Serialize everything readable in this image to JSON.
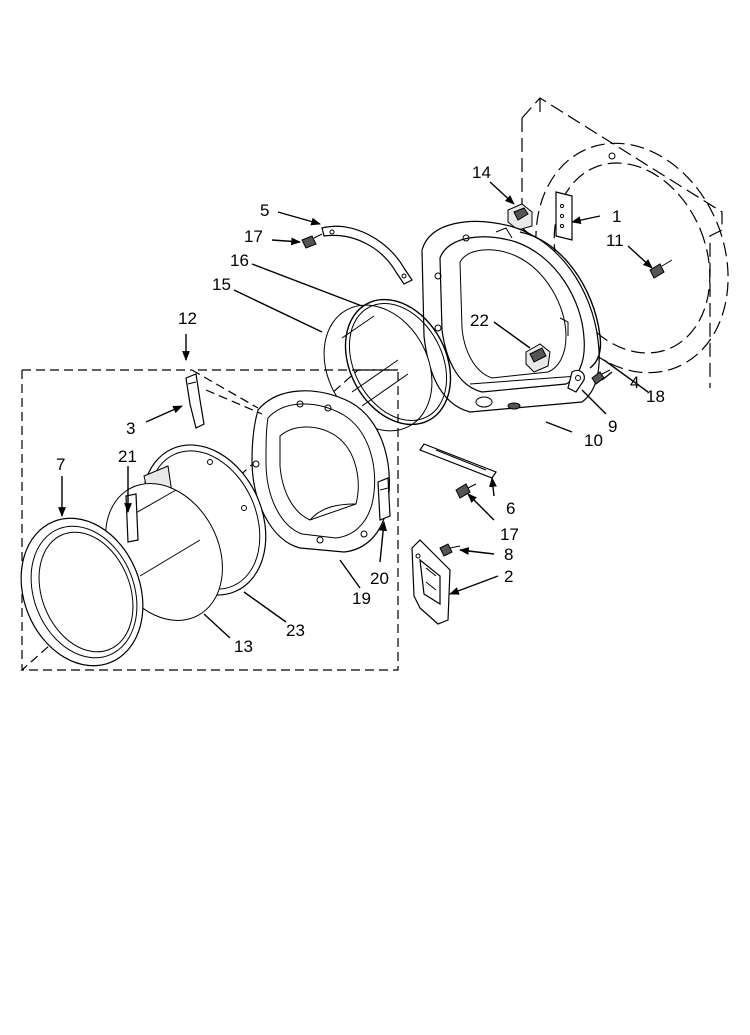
{
  "diagram": {
    "callouts": {
      "c1": "1",
      "c2": "2",
      "c3": "3",
      "c4": "4",
      "c5": "5",
      "c6": "6",
      "c7": "7",
      "c8": "8",
      "c9": "9",
      "c10": "10",
      "c11": "11",
      "c12": "12",
      "c13": "13",
      "c14": "14",
      "c15": "15",
      "c16": "16",
      "c17a": "17",
      "c17b": "17",
      "c18": "18",
      "c19": "19",
      "c20": "20",
      "c21": "21",
      "c22": "22",
      "c23": "23"
    }
  }
}
